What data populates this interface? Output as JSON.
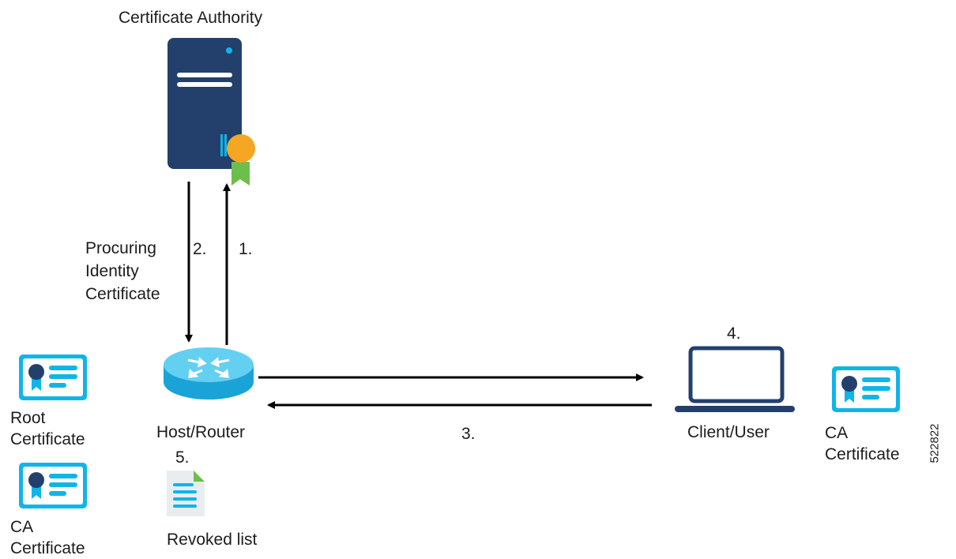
{
  "nodes": {
    "ca": {
      "label": "Certificate Authority"
    },
    "router": {
      "label": "Host/Router"
    },
    "client": {
      "label": "Client/User"
    }
  },
  "steps": {
    "s1": "1.",
    "s2": "2.",
    "s3": "3.",
    "s4": "4.",
    "s5": "5."
  },
  "step2_desc": [
    "Procuring",
    "Identity",
    "Certificate"
  ],
  "certs": {
    "root": [
      "Root",
      "Certificate"
    ],
    "ca_left": [
      "CA",
      "Certificate"
    ],
    "ca_right": [
      "CA",
      "Certificate"
    ]
  },
  "revoked": {
    "label": "Revoked list"
  },
  "figure_id": "522822",
  "icons": [
    "server-icon",
    "award-badge-icon",
    "router-icon",
    "laptop-icon",
    "certificate-icon",
    "document-icon"
  ],
  "colors": {
    "navy": "#22406b",
    "cyan": "#0fb5e8",
    "light_cyan": "#63d0f2",
    "orange": "#f5a623",
    "green": "#6cbf4a",
    "document_gray": "#e9edf0"
  }
}
